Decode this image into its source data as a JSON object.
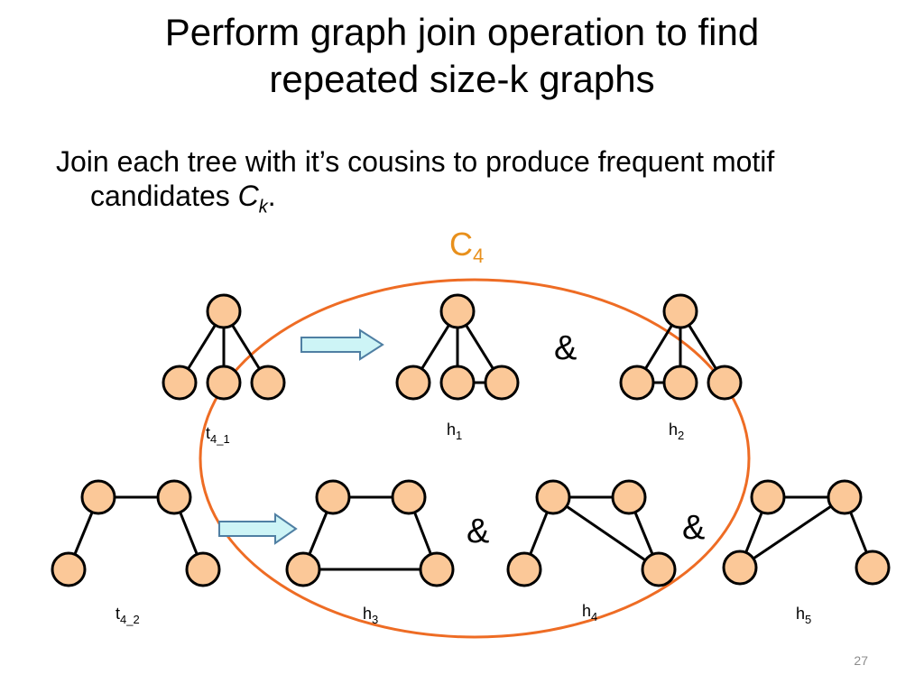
{
  "slide": {
    "title_line1": "Perform graph join operation to find",
    "title_line2": "repeated size-k graphs",
    "bullet_text": "Join each tree with it’s cousins to produce frequent motif candidates ",
    "bullet_var": "C",
    "bullet_sub": "k",
    "bullet_end": ".",
    "page_number": "27"
  },
  "diagram": {
    "set_label": "C",
    "set_sub": "4",
    "ampersand": "&",
    "colors": {
      "node_fill": "#FBC898",
      "node_stroke": "#000000",
      "edge": "#000000",
      "ellipse": "#EE6C24",
      "set_label": "#E8901C",
      "arrow_fill": "#CDF4F6",
      "arrow_stroke": "#4F7FA3"
    },
    "graphs": [
      {
        "id": "t4_1",
        "label": "t",
        "sub": "4_1"
      },
      {
        "id": "h1",
        "label": "h",
        "sub": "1"
      },
      {
        "id": "h2",
        "label": "h",
        "sub": "2"
      },
      {
        "id": "t4_2",
        "label": "t",
        "sub": "4_2"
      },
      {
        "id": "h3",
        "label": "h",
        "sub": "3"
      },
      {
        "id": "h4",
        "label": "h",
        "sub": "4"
      },
      {
        "id": "h5",
        "label": "h",
        "sub": "5"
      }
    ]
  }
}
